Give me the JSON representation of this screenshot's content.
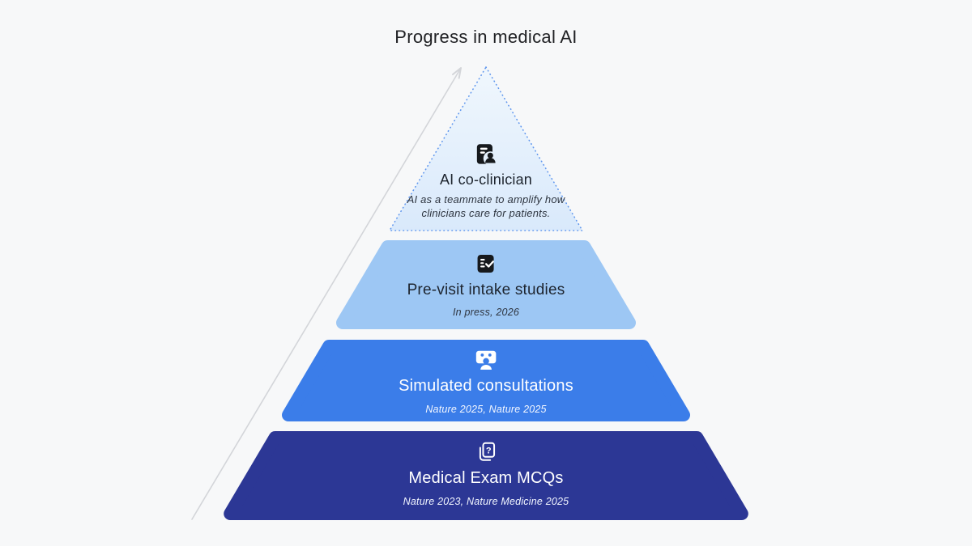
{
  "title": "Progress in medical AI",
  "colors": {
    "background": "#f7f8f9",
    "arrow": "#d3d5d9",
    "triangle_border": "#6097ee",
    "triangle_fill_top": "#f0f7fd",
    "triangle_fill_bottom": "#d9e9fb",
    "icon_dark": "#16191d",
    "dark_text": "#1d242e",
    "light_text": "#ffffff"
  },
  "tiers": [
    {
      "label": "AI co-clinician",
      "sublabel": "AI as a teammate to amplify how clinicians care for patients.",
      "icon": "clinician-record-icon",
      "color": "#e4effc",
      "style": "dashed-outline"
    },
    {
      "label": "Pre-visit intake studies",
      "sublabel": "In press, 2026",
      "icon": "fact-check-icon",
      "color": "#9dc7f4",
      "style": "solid"
    },
    {
      "label": "Simulated consultations",
      "sublabel": "Nature 2025, Nature 2025",
      "icon": "video-consultation-icon",
      "color": "#3b7de9",
      "style": "solid"
    },
    {
      "label": "Medical Exam MCQs",
      "sublabel": "Nature 2023, Nature Medicine 2025",
      "icon": "quiz-cards-icon",
      "color": "#2c3795",
      "style": "solid"
    }
  ]
}
